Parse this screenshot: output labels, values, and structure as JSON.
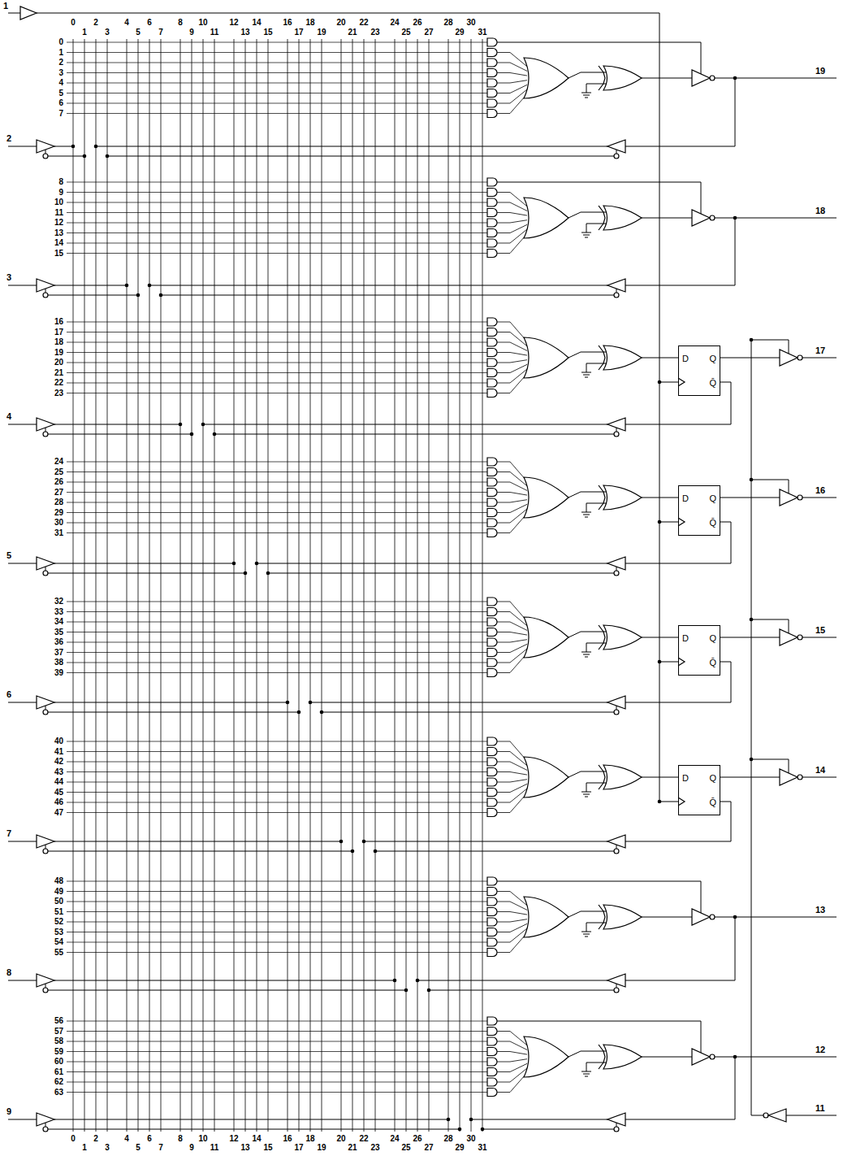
{
  "diagram": {
    "nodes": [
      {
        "text": [
          "D",
          "Q",
          "Q̄"
        ]
      },
      {
        "text": [
          "D",
          "Q",
          "Q̄"
        ]
      },
      {
        "text": [
          "D",
          "Q",
          "Q̄"
        ]
      },
      {
        "text": [
          "D",
          "Q",
          "Q̄"
        ]
      }
    ],
    "labels": [
      "0",
      "1",
      "2",
      "3",
      "4",
      "5",
      "6",
      "7",
      "8",
      "9",
      "10",
      "11",
      "12",
      "13",
      "14",
      "15",
      "16",
      "17",
      "18",
      "19",
      "20",
      "21",
      "22",
      "23",
      "24",
      "25",
      "26",
      "27",
      "28",
      "29",
      "30",
      "31",
      "0",
      "1",
      "2",
      "3",
      "4",
      "5",
      "6",
      "7",
      "8",
      "9",
      "10",
      "11",
      "12",
      "13",
      "14",
      "15",
      "16",
      "17",
      "18",
      "19",
      "20",
      "21",
      "22",
      "23",
      "24",
      "25",
      "26",
      "27",
      "28",
      "29",
      "30",
      "31",
      "32",
      "33",
      "34",
      "35",
      "36",
      "37",
      "38",
      "39",
      "40",
      "41",
      "42",
      "43",
      "44",
      "45",
      "46",
      "47",
      "48",
      "49",
      "50",
      "51",
      "52",
      "53",
      "54",
      "55",
      "56",
      "57",
      "58",
      "59",
      "60",
      "61",
      "62",
      "63",
      "1",
      "2",
      "3",
      "4",
      "5",
      "6",
      "7",
      "8",
      "9",
      "19",
      "18",
      "17",
      "16",
      "15",
      "14",
      "13",
      "12",
      "11",
      "0",
      "1",
      "2",
      "3",
      "4",
      "5",
      "6",
      "7",
      "8",
      "9",
      "10",
      "11",
      "12",
      "13",
      "14",
      "15",
      "16",
      "17",
      "18",
      "19",
      "20",
      "21",
      "22",
      "23",
      "24",
      "25",
      "26",
      "27",
      "28",
      "29",
      "30",
      "31"
    ]
  }
}
